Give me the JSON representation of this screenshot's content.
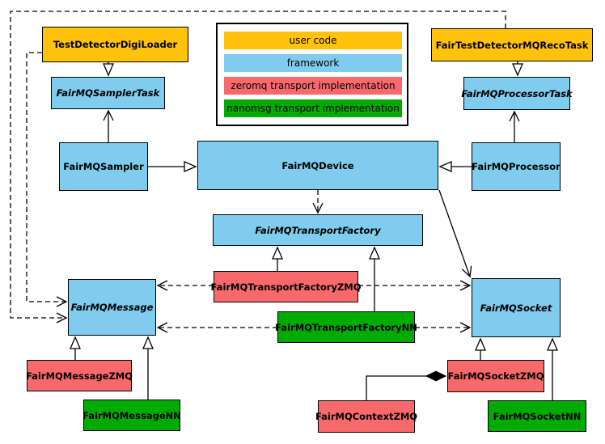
{
  "diagram": {
    "description": "FairMQ class diagram showing user code tasks, framework classes and transport implementations",
    "background": "#ffffff"
  },
  "colors": {
    "user_code": "#FFC30B",
    "framework": "#7FCCEE",
    "zeromq": "#F8696B",
    "nanomsg": "#00AB00",
    "line": "#000000"
  },
  "legend": {
    "items": [
      {
        "label": "user code",
        "color": "#FFC30B"
      },
      {
        "label": "framework",
        "color": "#7FCCEE"
      },
      {
        "label": "zeromq transport implementation",
        "color": "#F8696B"
      },
      {
        "label": "nanomsg transport implementation",
        "color": "#00AB00"
      }
    ]
  },
  "nodes": {
    "test_detector_digi_loader": {
      "label": "TestDetectorDigiLoader",
      "category": "user code",
      "abstract": false
    },
    "fair_test_detector_mq_reco_task": {
      "label": "FairTestDetectorMQRecoTask",
      "category": "user code",
      "abstract": false
    },
    "fair_mq_sampler_task": {
      "label": "FairMQSamplerTask",
      "category": "framework",
      "abstract": true
    },
    "fair_mq_processor_task": {
      "label": "FairMQProcessorTask",
      "category": "framework",
      "abstract": true
    },
    "fair_mq_sampler": {
      "label": "FairMQSampler",
      "category": "framework",
      "abstract": false
    },
    "fair_mq_device": {
      "label": "FairMQDevice",
      "category": "framework",
      "abstract": false
    },
    "fair_mq_processor": {
      "label": "FairMQProcessor",
      "category": "framework",
      "abstract": false
    },
    "fair_mq_transport_factory": {
      "label": "FairMQTransportFactory",
      "category": "framework",
      "abstract": true
    },
    "fair_mq_transport_factory_zmq": {
      "label": "FairMQTransportFactoryZMQ",
      "category": "zeromq transport implementation",
      "abstract": false
    },
    "fair_mq_transport_factory_nn": {
      "label": "FairMQTransportFactoryNN",
      "category": "nanomsg transport implementation",
      "abstract": false
    },
    "fair_mq_message": {
      "label": "FairMQMessage",
      "category": "framework",
      "abstract": true
    },
    "fair_mq_socket": {
      "label": "FairMQSocket",
      "category": "framework",
      "abstract": true
    },
    "fair_mq_message_zmq": {
      "label": "FairMQMessageZMQ",
      "category": "zeromq transport implementation",
      "abstract": false
    },
    "fair_mq_message_nn": {
      "label": "FairMQMessageNN",
      "category": "nanomsg transport implementation",
      "abstract": false
    },
    "fair_mq_context_zmq": {
      "label": "FairMQContextZMQ",
      "category": "zeromq transport implementation",
      "abstract": false
    },
    "fair_mq_socket_zmq": {
      "label": "FairMQSocketZMQ",
      "category": "zeromq transport implementation",
      "abstract": false
    },
    "fair_mq_socket_nn": {
      "label": "FairMQSocketNN",
      "category": "nanomsg transport implementation",
      "abstract": false
    }
  },
  "edges": [
    {
      "from": "TestDetectorDigiLoader",
      "to": "FairMQSamplerTask",
      "kind": "inheritance",
      "style": "solid"
    },
    {
      "from": "FairTestDetectorMQRecoTask",
      "to": "FairMQProcessorTask",
      "kind": "inheritance",
      "style": "solid"
    },
    {
      "from": "FairMQSampler",
      "to": "FairMQSamplerTask",
      "kind": "association-arrow",
      "style": "solid"
    },
    {
      "from": "FairMQProcessor",
      "to": "FairMQProcessorTask",
      "kind": "association-arrow",
      "style": "solid"
    },
    {
      "from": "FairMQSampler",
      "to": "FairMQDevice",
      "kind": "inheritance",
      "style": "solid"
    },
    {
      "from": "FairMQProcessor",
      "to": "FairMQDevice",
      "kind": "inheritance",
      "style": "solid"
    },
    {
      "from": "FairMQDevice",
      "to": "FairMQTransportFactory",
      "kind": "dependency-arrow",
      "style": "dashed"
    },
    {
      "from": "FairMQDevice",
      "to": "FairMQSocket",
      "kind": "association-arrow",
      "style": "solid"
    },
    {
      "from": "FairMQTransportFactoryZMQ",
      "to": "FairMQTransportFactory",
      "kind": "inheritance",
      "style": "solid"
    },
    {
      "from": "FairMQTransportFactoryNN",
      "to": "FairMQTransportFactory",
      "kind": "inheritance",
      "style": "solid"
    },
    {
      "from": "FairMQTransportFactoryZMQ",
      "to": "FairMQMessage",
      "kind": "dependency-arrow",
      "style": "dashed"
    },
    {
      "from": "FairMQTransportFactoryZMQ",
      "to": "FairMQSocket",
      "kind": "dependency-arrow",
      "style": "dashed"
    },
    {
      "from": "FairMQTransportFactoryNN",
      "to": "FairMQMessage",
      "kind": "dependency-arrow",
      "style": "dashed"
    },
    {
      "from": "FairMQTransportFactoryNN",
      "to": "FairMQSocket",
      "kind": "dependency-arrow",
      "style": "dashed"
    },
    {
      "from": "TestDetectorDigiLoader",
      "to": "FairMQMessage",
      "kind": "dependency-arrow",
      "style": "dashed"
    },
    {
      "from": "FairTestDetectorMQRecoTask",
      "to": "FairMQMessage",
      "kind": "dependency-arrow",
      "style": "dashed"
    },
    {
      "from": "FairMQMessageZMQ",
      "to": "FairMQMessage",
      "kind": "inheritance",
      "style": "solid"
    },
    {
      "from": "FairMQMessageNN",
      "to": "FairMQMessage",
      "kind": "inheritance",
      "style": "solid"
    },
    {
      "from": "FairMQSocketZMQ",
      "to": "FairMQSocket",
      "kind": "inheritance",
      "style": "solid"
    },
    {
      "from": "FairMQSocketNN",
      "to": "FairMQSocket",
      "kind": "inheritance",
      "style": "solid"
    },
    {
      "from": "FairMQContextZMQ",
      "to": "FairMQSocketZMQ",
      "kind": "composition-diamond",
      "style": "solid"
    }
  ]
}
